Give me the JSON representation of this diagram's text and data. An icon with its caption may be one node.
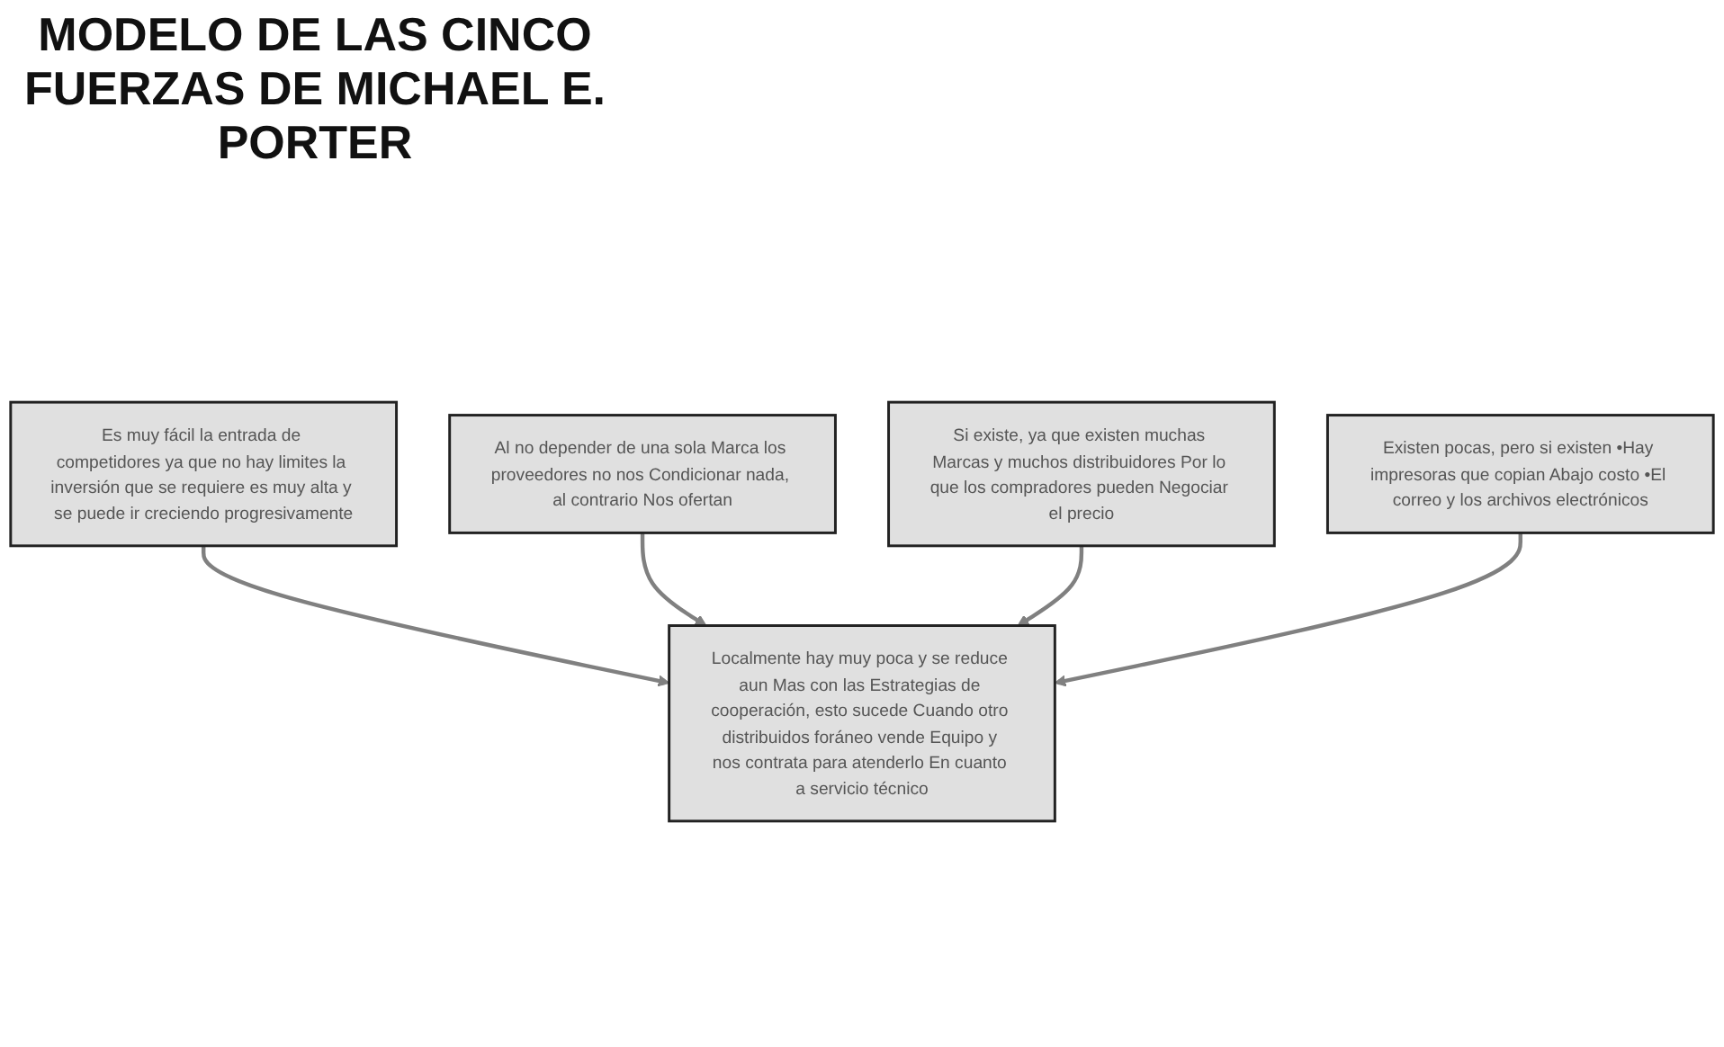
{
  "diagram": {
    "title": "MODELO DE LAS CINCO FUERZAS DE MICHAEL E. PORTER",
    "nodes": [
      {
        "text": [
          "Es muy fácil la entrada de competidores ya que no hay limites la inversión que se requiere es muy alta y se puede ir creciendo progresivamente"
        ]
      },
      {
        "text": [
          "Al no depender de una sola Marca los proveedores no nos Condicionar nada, al contrario Nos ofertan"
        ]
      },
      {
        "text": [
          "Localmente hay muy poca y se reduce aun Mas con las Estrategias de cooperación, esto sucede Cuando otro distribuidos foráneo vende Equipo y nos contrata para atenderlo En cuanto a servicio técnico"
        ]
      },
      {
        "text": [
          "Si existe, ya que existen muchas Marcas y muchos distribuidores Por lo que los compradores pueden Negociar el precio"
        ]
      },
      {
        "text": [
          "Existen pocas, pero si existen •Hay impresoras que copian Abajo costo •El correo y los archivos electrónicos"
        ]
      }
    ],
    "edges": [
      {
        "from": 0,
        "to": 2,
        "arrow": "to"
      },
      {
        "from": 1,
        "to": 2,
        "arrow": "to"
      },
      {
        "from": 3,
        "to": 2,
        "arrow": "to"
      },
      {
        "from": 4,
        "to": 2,
        "arrow": "to"
      }
    ]
  }
}
